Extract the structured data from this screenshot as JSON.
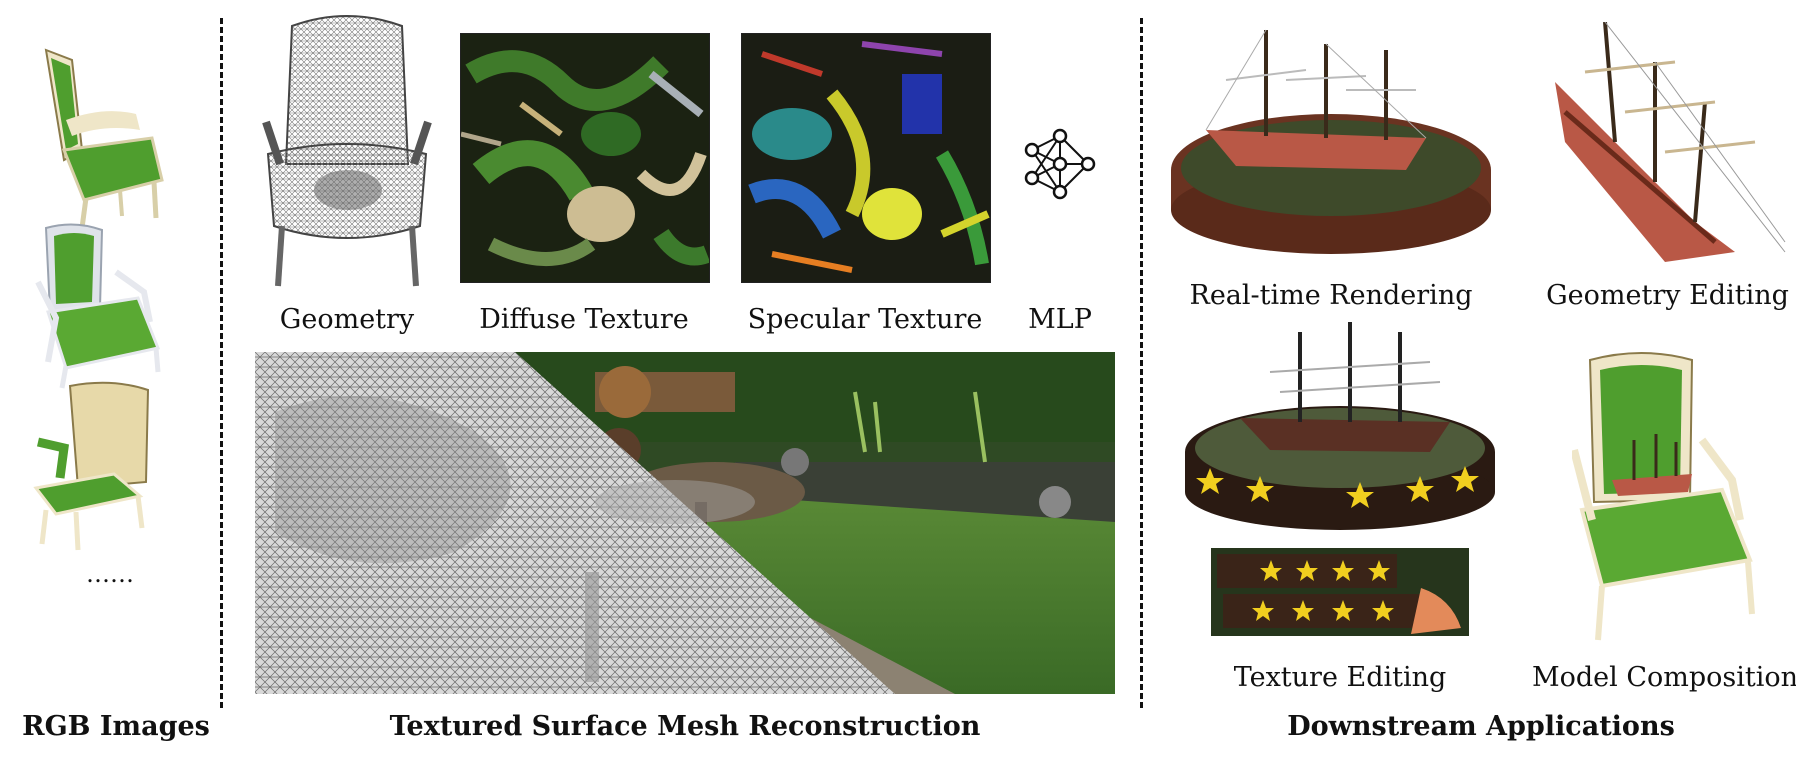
{
  "sections": {
    "left_title": "RGB Images",
    "middle_title": "Textured Surface Mesh Reconstruction",
    "right_title": "Downstream Applications"
  },
  "left": {
    "ellipsis": "……"
  },
  "middle": {
    "labels": {
      "geometry": "Geometry",
      "diffuse": "Diffuse Texture",
      "specular": "Specular Texture",
      "mlp": "MLP"
    }
  },
  "right": {
    "labels": {
      "realtime": "Real-time Rendering",
      "geometry_editing": "Geometry Editing",
      "texture_editing": "Texture Editing",
      "composition": "Model Composition"
    }
  },
  "colors": {
    "chair_green": "#4f9e2e",
    "chair_frame": "#efe6c8",
    "ship_red": "#b95846",
    "pool_brown": "#6a3321",
    "star": "#f1cf1f"
  }
}
